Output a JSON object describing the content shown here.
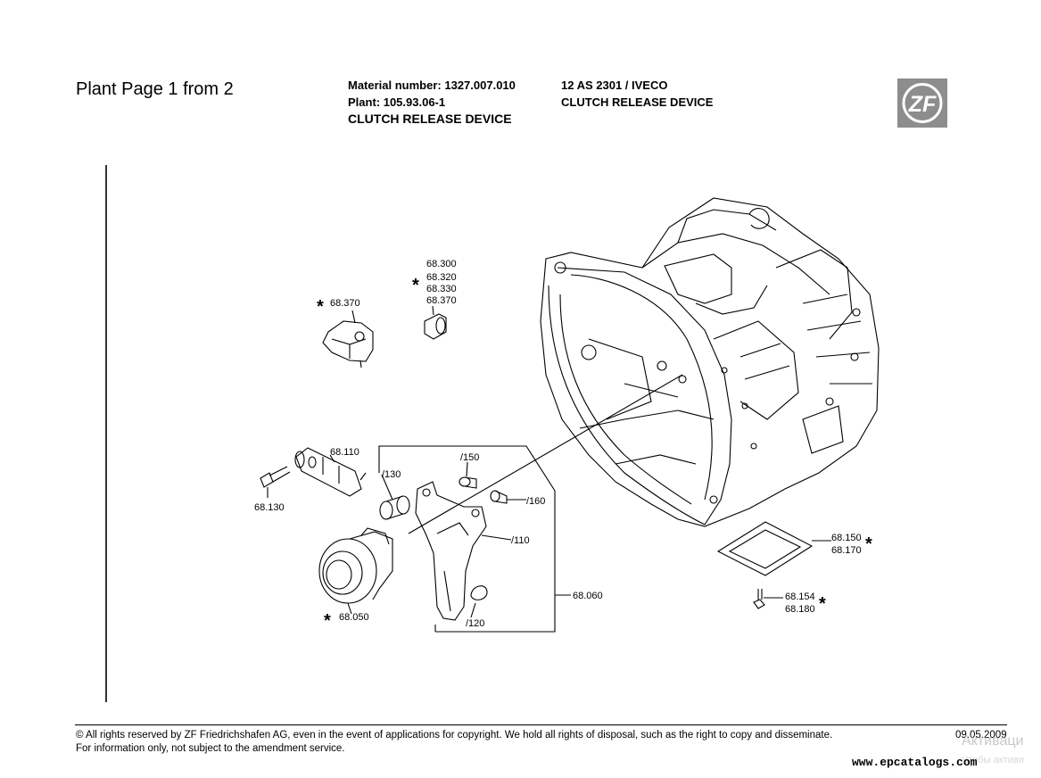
{
  "header": {
    "plant_page": "Plant Page 1 from 2",
    "material_number": "Material number: 1327.007.010",
    "plant": "Plant: 105.93.06-1",
    "description": "CLUTCH RELEASE DEVICE",
    "model": "12 AS 2301 / IVECO",
    "model_description": "CLUTCH RELEASE DEVICE",
    "logo_text": "ZF"
  },
  "diagram": {
    "callouts": {
      "c68370": "68.370",
      "c68300": "68.300",
      "c68320": "68.320",
      "c68330": "68.330",
      "c68370b": "68.370",
      "c68110": "68.110",
      "c68130": "68.130",
      "c130": "/130",
      "c150": "/150",
      "c160": "/160",
      "c110": "/110",
      "c68060": "68.060",
      "c120": "/120",
      "c68050": "68.050",
      "c68150": "68.150",
      "c68170": "68.170",
      "c68154": "68.154",
      "c68180": "68.180"
    },
    "star_symbol": "*"
  },
  "footer": {
    "copyright": "© All rights reserved by ZF Friedrichshafen AG, even in the event of applications for copyright. We hold all rights of disposal, such as the right to copy and disseminate.",
    "info": "For information only, not subject to the amendment service.",
    "date": "09.05.2009",
    "watermark_line1": "Активаци",
    "watermark_line2": "Чтобы активи",
    "site": "www.epcatalogs.com"
  }
}
